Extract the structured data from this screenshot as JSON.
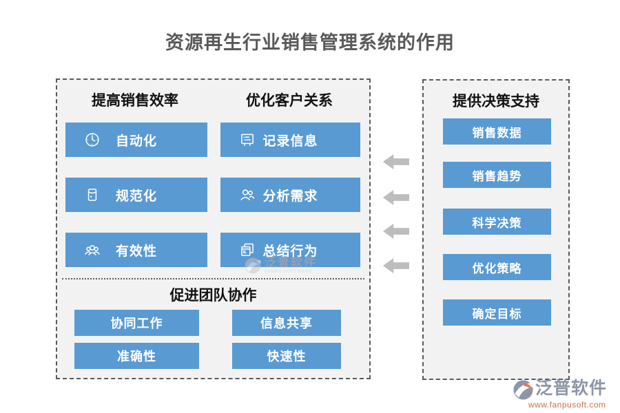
{
  "title": "资源再生行业销售管理系统的作用",
  "left_panel": {
    "col1": {
      "header": "提高销售效率",
      "items": [
        {
          "icon": "clock-icon",
          "label": "自动化"
        },
        {
          "icon": "envelope-icon",
          "label": "规范化"
        },
        {
          "icon": "people-group-icon",
          "label": "有效性"
        }
      ]
    },
    "col2": {
      "header": "优化客户关系",
      "items": [
        {
          "icon": "form-list-icon",
          "label": "记录信息"
        },
        {
          "icon": "two-users-icon",
          "label": "分析需求"
        },
        {
          "icon": "stacked-docs-icon",
          "label": "总结行为"
        }
      ]
    },
    "bottom": {
      "header": "促进团队协作",
      "items": [
        {
          "label": "协同工作"
        },
        {
          "label": "信息共享"
        },
        {
          "label": "准确性"
        },
        {
          "label": "快速性"
        }
      ]
    }
  },
  "right_panel": {
    "header": "提供决策支持",
    "items": [
      {
        "label": "销售数据"
      },
      {
        "label": "销售趋势"
      },
      {
        "label": "科学决策"
      },
      {
        "label": "优化策略"
      },
      {
        "label": "确定目标"
      }
    ]
  },
  "watermark": {
    "text": "泛普软件",
    "subtext": "FANPU SOFTWARE"
  },
  "logo": {
    "text": "泛普软件",
    "url": "www.fanpusoft.com"
  },
  "colors": {
    "accent_blue": "#599ad3",
    "panel_bg": "#f2f2f2",
    "dashed_border": "#595959",
    "arrow_gray": "#bdbdbd",
    "title_gray": "#595959",
    "logo_gray_blue": "#8c96a8",
    "logo_url_orange": "#cc6f50"
  }
}
